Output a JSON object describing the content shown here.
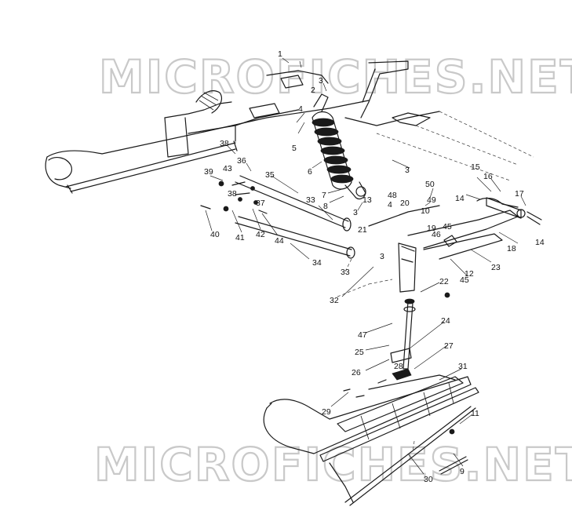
{
  "watermark": {
    "top": "MICROFICHES.NET",
    "bottom": "MICROFICHES.NET"
  },
  "callouts": [
    {
      "id": "c1",
      "text": "1"
    },
    {
      "id": "c2",
      "text": "2"
    },
    {
      "id": "c3a",
      "text": "3"
    },
    {
      "id": "c4a",
      "text": "4"
    },
    {
      "id": "c5",
      "text": "5"
    },
    {
      "id": "c6",
      "text": "6"
    },
    {
      "id": "c3b",
      "text": "3"
    },
    {
      "id": "c7",
      "text": "7"
    },
    {
      "id": "c8",
      "text": "8"
    },
    {
      "id": "c13",
      "text": "13"
    },
    {
      "id": "c4b",
      "text": "4"
    },
    {
      "id": "c48a",
      "text": "48"
    },
    {
      "id": "c20",
      "text": "20"
    },
    {
      "id": "c3c",
      "text": "3"
    },
    {
      "id": "c49",
      "text": "49"
    },
    {
      "id": "c50",
      "text": "50"
    },
    {
      "id": "c10",
      "text": "10"
    },
    {
      "id": "c19",
      "text": "19"
    },
    {
      "id": "c45a",
      "text": "45"
    },
    {
      "id": "c21",
      "text": "21"
    },
    {
      "id": "c46",
      "text": "46"
    },
    {
      "id": "c15",
      "text": "15"
    },
    {
      "id": "c16",
      "text": "16"
    },
    {
      "id": "c17",
      "text": "17"
    },
    {
      "id": "c14a",
      "text": "14"
    },
    {
      "id": "c14b",
      "text": "14"
    },
    {
      "id": "c18",
      "text": "18"
    },
    {
      "id": "c23",
      "text": "23"
    },
    {
      "id": "c12",
      "text": "12"
    },
    {
      "id": "c38a",
      "text": "38"
    },
    {
      "id": "c36",
      "text": "36"
    },
    {
      "id": "c39",
      "text": "39"
    },
    {
      "id": "c43",
      "text": "43"
    },
    {
      "id": "c38b",
      "text": "38"
    },
    {
      "id": "c37",
      "text": "37"
    },
    {
      "id": "c35",
      "text": "35"
    },
    {
      "id": "c33a",
      "text": "33"
    },
    {
      "id": "c40",
      "text": "40"
    },
    {
      "id": "c41",
      "text": "41"
    },
    {
      "id": "c42",
      "text": "42"
    },
    {
      "id": "c44",
      "text": "44"
    },
    {
      "id": "c34",
      "text": "34"
    },
    {
      "id": "c3d",
      "text": "3"
    },
    {
      "id": "c33b",
      "text": "33"
    },
    {
      "id": "c32",
      "text": "32"
    },
    {
      "id": "c22",
      "text": "22"
    },
    {
      "id": "c45b",
      "text": "45"
    },
    {
      "id": "c24",
      "text": "24"
    },
    {
      "id": "c47",
      "text": "47"
    },
    {
      "id": "c25",
      "text": "25"
    },
    {
      "id": "c27",
      "text": "27"
    },
    {
      "id": "c26",
      "text": "26"
    },
    {
      "id": "c28",
      "text": "28"
    },
    {
      "id": "c31",
      "text": "31"
    },
    {
      "id": "c29",
      "text": "29"
    },
    {
      "id": "c11",
      "text": "11"
    },
    {
      "id": "c30",
      "text": "30"
    },
    {
      "id": "c9",
      "text": "9"
    }
  ]
}
